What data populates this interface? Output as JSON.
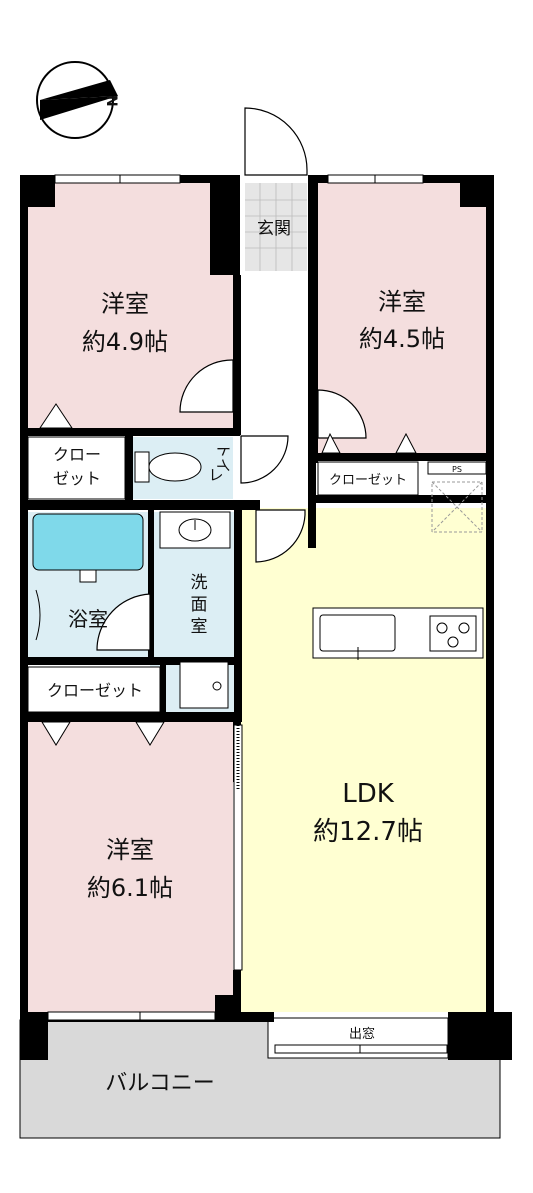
{
  "compass": {
    "icon": "north-compass-icon",
    "letter": "N"
  },
  "rooms": {
    "bedroom_nw": {
      "name": "洋室",
      "size": "約4.9帖"
    },
    "bedroom_ne": {
      "name": "洋室",
      "size": "約4.5帖"
    },
    "bedroom_sw": {
      "name": "洋室",
      "size": "約6.1帖"
    },
    "ldk": {
      "name": "LDK",
      "size": "約12.7帖"
    }
  },
  "labels": {
    "entrance": "玄関",
    "closet_nw_line1": "クロー",
    "closet_nw_line2": "ゼット",
    "toilet_line1": "トイ",
    "toilet_line2": "レ",
    "closet_ne": "クローゼット",
    "ps": "PS",
    "bathroom": "浴室",
    "washroom_1": "洗",
    "washroom_2": "面",
    "washroom_3": "室",
    "closet_sw": "クローゼット",
    "bay_window": "出窓",
    "balcony": "バルコニー"
  },
  "colors": {
    "bedroom_fill": "#f4dede",
    "ldk_fill": "#ffffd2",
    "wet_fill": "#dceef4",
    "bathtub_fill": "#7fd9ea",
    "balcony_fill": "#d9d9d9",
    "entrance_tile": "#e6e6e6",
    "shoe_storage": "#d2a654",
    "wall": "#000000"
  }
}
